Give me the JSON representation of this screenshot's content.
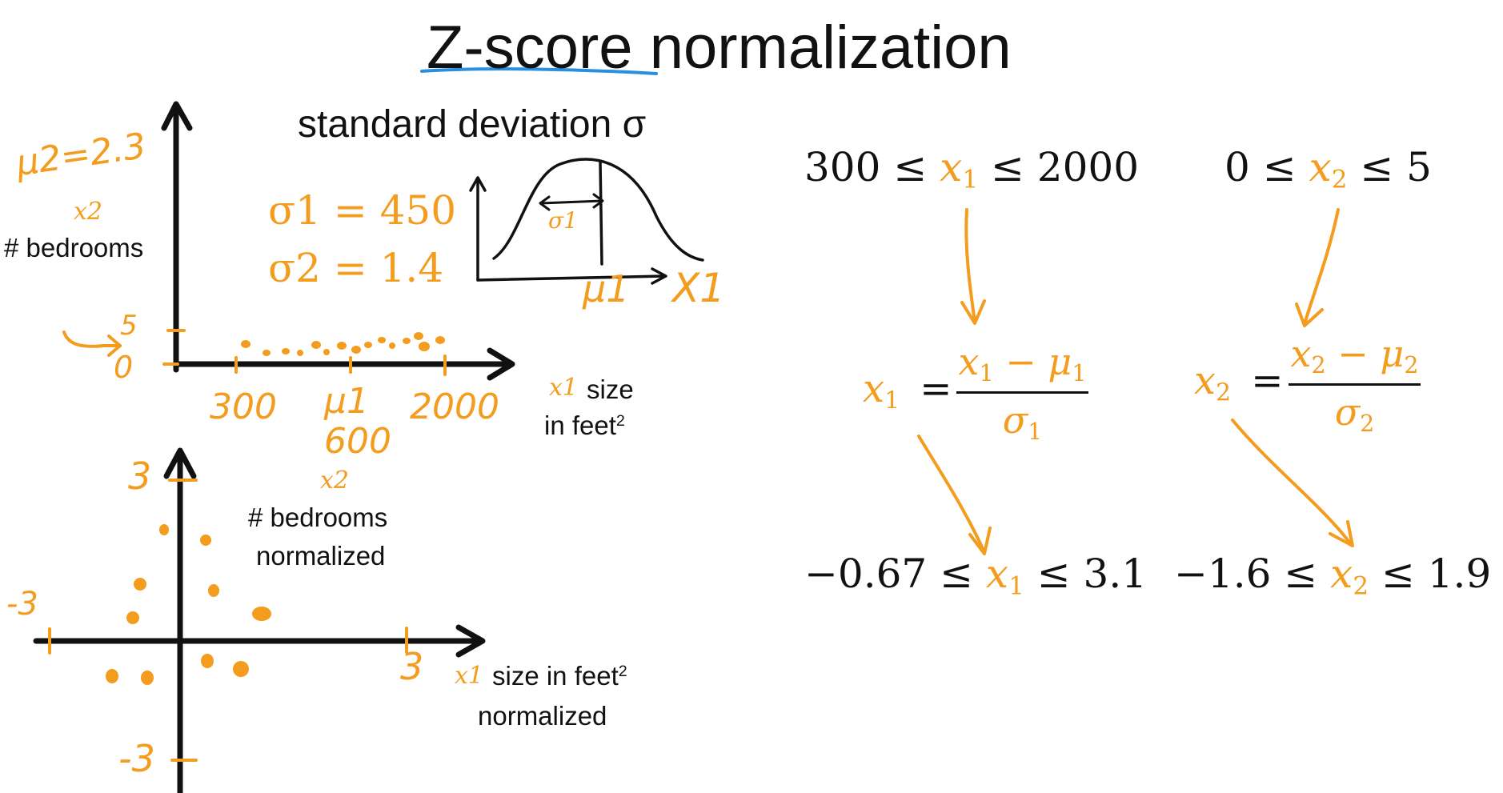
{
  "title": {
    "main": "Z-score normalization",
    "underlined_word": "Z-score"
  },
  "colors": {
    "ink": "#111111",
    "accent": "#F39C1D",
    "underline": "#2B8FE0",
    "background": "#ffffff"
  },
  "top_plot": {
    "y_var": "x2",
    "y_label": "# bedrooms",
    "x_var": "x1",
    "x_label_1": "size",
    "x_label_2": "in feet",
    "x_label_sup": "2",
    "mu2_note": "μ2=2.3",
    "y_tick_5": "5",
    "y_tick_0": "0",
    "x_tick_300": "300",
    "x_tick_mu1": "μ1",
    "x_tick_600": "600",
    "x_tick_2000": "2000"
  },
  "std_dev": {
    "heading": "standard deviation σ",
    "sigma1": "σ1 = 450",
    "sigma2": "σ2 = 1.4",
    "curve_sigma": "σ1",
    "curve_mu": "μ1",
    "curve_x": "X1"
  },
  "bottom_plot": {
    "y_var": "x2",
    "y_label_1": "# bedrooms",
    "y_label_2": "normalized",
    "x_var": "x1",
    "x_label_1": "size in feet",
    "x_label_sup": "2",
    "x_label_2": "normalized",
    "tick_y_pos": "3",
    "tick_y_neg": "-3",
    "tick_x_pos": "3",
    "tick_x_neg": "-3"
  },
  "formulas": {
    "range1": {
      "left": "300 ≤",
      "var": "x",
      "sub": "1",
      "right": "≤ 2000"
    },
    "range2": {
      "left": "0 ≤",
      "var": "x",
      "sub": "2",
      "right": "≤ 5"
    },
    "z1": {
      "lhs": "x",
      "lhs_sub": "1",
      "eq": "=",
      "num": "x",
      "num_sub": "1",
      "minus": "−",
      "mu": "μ",
      "mu_sub": "1",
      "den": "σ",
      "den_sub": "1"
    },
    "z2": {
      "lhs": "x",
      "lhs_sub": "2",
      "eq": "=",
      "num": "x",
      "num_sub": "2",
      "minus": "−",
      "mu": "μ",
      "mu_sub": "2",
      "den": "σ",
      "den_sub": "2"
    },
    "result1": {
      "left": "−0.67 ≤",
      "var": "x",
      "sub": "1",
      "right": "≤ 3.1"
    },
    "result2": {
      "left": "−1.6 ≤",
      "var": "x",
      "sub": "2",
      "right": "≤ 1.9"
    }
  }
}
